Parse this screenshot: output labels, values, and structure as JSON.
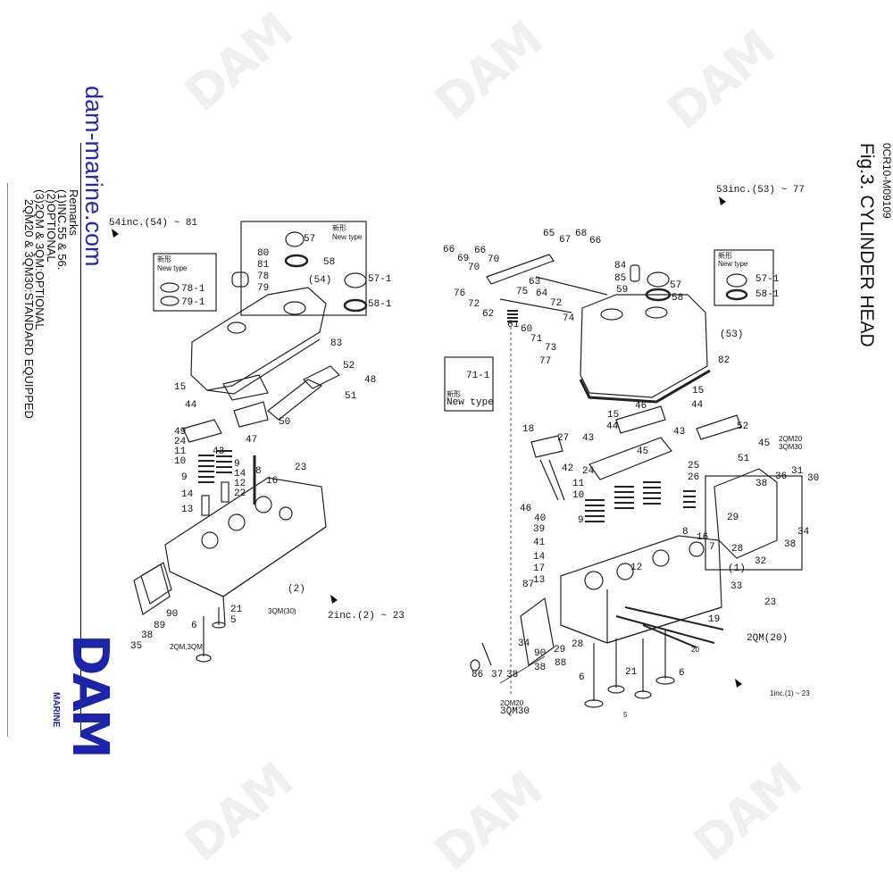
{
  "header": {
    "doc_number": "0CR10-M09109",
    "title": "Fig.3.  CYLINDER HEAD"
  },
  "sidebar": {
    "website": "dam-marine.com",
    "remarks_heading": "Remarks",
    "remarks": [
      "(1)INC.55 & 56.",
      "(2)OPTIONAL",
      "(3)2QM & 3QM:OPTIONAL",
      "   2QM20 & 3QM30:STANDARD EQUIPPED"
    ],
    "logo_text": "DAM",
    "logo_subtext": "MARINE"
  },
  "watermark": "DAM",
  "colors": {
    "brand": "#1c24a8",
    "ink": "#111111",
    "watermark": "#efefef"
  },
  "left_diagram": {
    "labels": [
      "54inc.(54) ~ 81",
      "57",
      "58",
      "80",
      "81",
      "78",
      "79",
      "78-1",
      "79-1",
      "(54)",
      "83",
      "52",
      "48",
      "51",
      "15",
      "44",
      "50",
      "47",
      "43",
      "49",
      "24",
      "11",
      "10",
      "9",
      "9",
      "14",
      "12",
      "22",
      "8",
      "16",
      "23",
      "14",
      "13",
      "(2)",
      "3QM(30)",
      "2inc.(2) ~ 23",
      "21",
      "5",
      "6",
      "90",
      "89",
      "38",
      "35",
      "2QM,3QM",
      "57-1",
      "58-1",
      "新形",
      "New type",
      "新形",
      "New type"
    ]
  },
  "right_diagram": {
    "labels": [
      "53inc.(53) ~ 77",
      "65",
      "67",
      "68",
      "66",
      "69",
      "70",
      "66",
      "70",
      "66",
      "76",
      "72",
      "62",
      "75",
      "63",
      "64",
      "72",
      "61",
      "60",
      "71",
      "73",
      "74",
      "84",
      "85",
      "59",
      "57",
      "58",
      "57-1",
      "58-1",
      "(53)",
      "82",
      "77",
      "71-1",
      "15",
      "44",
      "46",
      "15",
      "44",
      "43",
      "45",
      "43",
      "52",
      "45",
      "51",
      "2QM20",
      "3QM30",
      "18",
      "27",
      "42",
      "24",
      "11",
      "10",
      "46",
      "40",
      "39",
      "41",
      "9",
      "25",
      "26",
      "8",
      "16",
      "7",
      "(1)",
      "33",
      "14",
      "17",
      "13",
      "12",
      "31",
      "36",
      "38",
      "30",
      "29",
      "34",
      "38",
      "28",
      "32",
      "23",
      "19",
      "2QM(20)",
      "20",
      "87",
      "34",
      "90",
      "29",
      "28",
      "88",
      "38",
      "86",
      "37",
      "38",
      "6",
      "21",
      "6",
      "5",
      "2QM20",
      "3QM30",
      "1inc.(1) ~ 23",
      "新形",
      "New type",
      "新形",
      "New type"
    ]
  }
}
